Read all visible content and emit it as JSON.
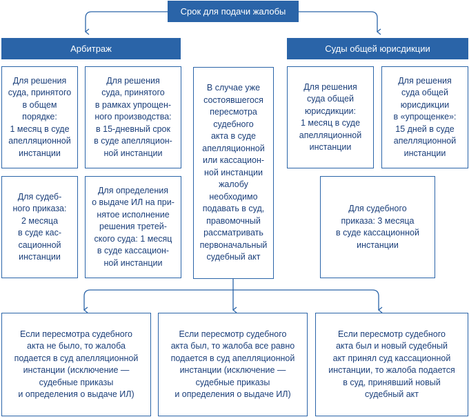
{
  "title": "Срок для подачи жалобы",
  "branches": {
    "arbitrazh": "Арбитраж",
    "general": "Суды общей юрисдикции"
  },
  "boxes": {
    "arb_general_order": "Для решения\nсуда, принятого\nв общем\nпорядке:\n1 месяц в суде\nапелляционной\nинстанции",
    "arb_simplified": "Для решения\nсуда, принятого\nв рамках упрощен-\nного производства:\nв 15-дневный срок\nв суде апелляцион-\nной инстанции",
    "arb_court_order": "Для судеб-\nного приказа:\n2 месяца\nв суде кас-\nсационной\nинстанции",
    "arb_writ": "Для определения\nо выдаче ИЛ на при-\nнятое исполнение\nрешения третей-\nского суда: 1 месяц\nв суде кассацион-\nной инстанции",
    "center": "В случае уже\nсостоявшегося\nпересмотра\nсудебного\nакта в суде\nапелляционной\nили кассацион-\nной инстанции\nжалобу\nнеобходимо\nподавать в суд,\nправомочный\nрассматривать\nпервоначальный\nсудебный акт",
    "gen_decision": "Для решения\nсуда общей\nюрисдикции:\n1 месяц в суде\nапелляционной\nинстанции",
    "gen_simplified": "Для решения\nсуда общей\nюрисдикции\nв «упрощенке»:\n15 дней в суде\nапелляционной\nинстанции",
    "gen_court_order": "Для судебного\nприказа: 3 месяца\nв суде кассационной\nинстанции",
    "bottom_left": "Если пересмотра судебного\nакта не было, то жалоба\nподается в суд апелляционной\nинстанции (исключение —\nсудебные приказы\nи определения о выдаче ИЛ)",
    "bottom_mid": "Если пересмотр судебного\nакта был, то жалоба все равно\nподается в суд апелляционной\nинстанции (исключение —\nсудебные приказы\nи определения о выдаче ИЛ)",
    "bottom_right": "Если пересмотр судебного\nакта был и новый судебный\nакт принял суд кассационной\nинстанции, то жалоба подается\nв суд, принявший новый\nсудебный акт"
  },
  "colors": {
    "accent": "#2a64a8",
    "text": "#1b3f7a"
  }
}
